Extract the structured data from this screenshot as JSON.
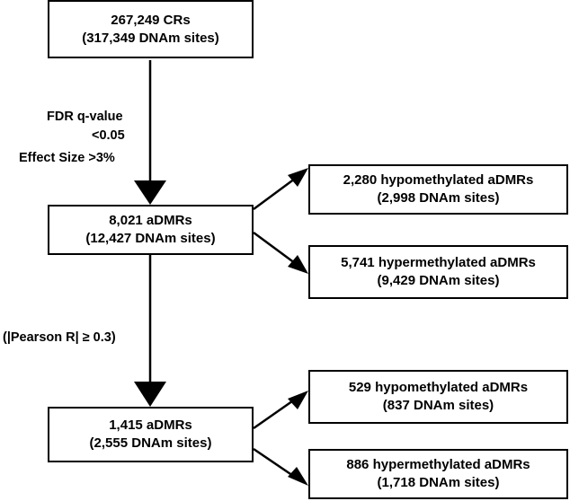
{
  "boxes": {
    "top": {
      "line1": "267,249 CRs",
      "line2": "(317,349 DNAm sites)"
    },
    "mid": {
      "line1": "8,021 aDMRs",
      "line2": "(12,427 DNAm sites)"
    },
    "bot": {
      "line1": "1,415 aDMRs",
      "line2": "(2,555 DNAm sites)"
    },
    "hypo1": {
      "line1": "2,280 hypomethylated aDMRs",
      "line2": "(2,998 DNAm sites)"
    },
    "hyper1": {
      "line1": "5,741 hypermethylated aDMRs",
      "line2": "(9,429 DNAm sites)"
    },
    "hypo2": {
      "line1": "529 hypomethylated aDMRs",
      "line2": "(837 DNAm sites)"
    },
    "hyper2": {
      "line1": "886 hypermethylated aDMRs",
      "line2": "(1,718 DNAm sites)"
    }
  },
  "criteria": {
    "fdr_line1": "FDR q-value",
    "fdr_line2": "<0.05",
    "effect_size": "Effect Size >3%",
    "pearson": "(|Pearson R| ≥ 0.3)"
  }
}
